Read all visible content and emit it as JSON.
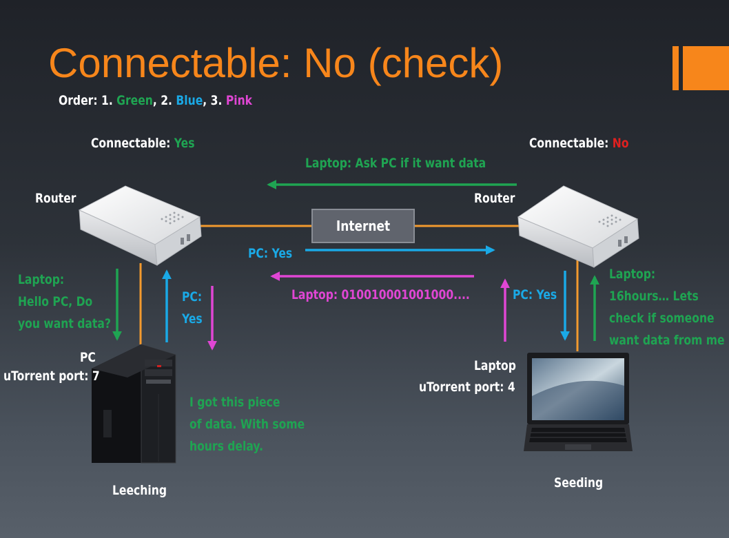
{
  "title": "Connectable: No (check)",
  "order": {
    "prefix": "Order: 1. ",
    "green": "Green",
    "sep1": ", 2. ",
    "blue": "Blue",
    "sep2": ", 3. ",
    "pink": "Pink"
  },
  "left": {
    "connectable_label": "Connectable: ",
    "connectable_value": "Yes",
    "router_label": "Router",
    "pc_label": "PC",
    "port_label": "uTorrent port: 7",
    "status": "Leeching"
  },
  "right": {
    "connectable_label": "Connectable: ",
    "connectable_value": "No",
    "router_label": "Router",
    "laptop_label": "Laptop",
    "port_label": "uTorrent port: 4",
    "status": "Seeding"
  },
  "internet_label": "Internet",
  "messages": {
    "laptop_ask": "Laptop: Ask PC if it want data",
    "pc_yes_mid": "PC: Yes",
    "laptop_data": "Laptop: 010010001001000....",
    "laptop_hello": [
      "Laptop:",
      "Hello PC, Do",
      "you want data?"
    ],
    "pc_yes_left": [
      "PC:",
      "Yes"
    ],
    "pc_yes_right": "PC: Yes",
    "laptop_16h": [
      "Laptop:",
      "16hours… Lets",
      "check if someone",
      "want data from me"
    ],
    "got_piece": [
      "I got this piece",
      "of data. With some",
      "hours delay."
    ]
  },
  "colors": {
    "accent": "#f7861b",
    "green": "#1fa452",
    "blue": "#1aa9e6",
    "pink": "#e046d4",
    "red": "#e0201f",
    "cable": "#f39a2e"
  }
}
